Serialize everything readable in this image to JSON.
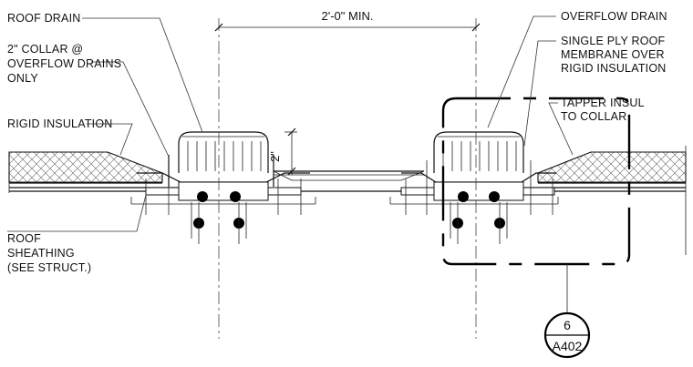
{
  "labels": {
    "roof_drain": "ROOF DRAIN",
    "collar_line1": "2\" COLLAR @",
    "collar_line2": "OVERFLOW DRAINS",
    "collar_line3": "ONLY",
    "rigid_insulation": "RIGID INSULATION",
    "sheathing_line1": "ROOF",
    "sheathing_line2": "SHEATHING",
    "sheathing_line3": "(SEE STRUCT.)",
    "overflow_drain": "OVERFLOW DRAIN",
    "membrane_line1": "SINGLE PLY ROOF",
    "membrane_line2": "MEMBRANE OVER",
    "membrane_line3": "RIGID INSULATION",
    "tapper_line1": "TAPPER INSUL",
    "tapper_line2": "TO COLLAR"
  },
  "dimensions": {
    "spacing": "2'-0\" MIN.",
    "collar_height": "2\""
  },
  "detail_callout": {
    "number": "6",
    "sheet": "A402"
  }
}
